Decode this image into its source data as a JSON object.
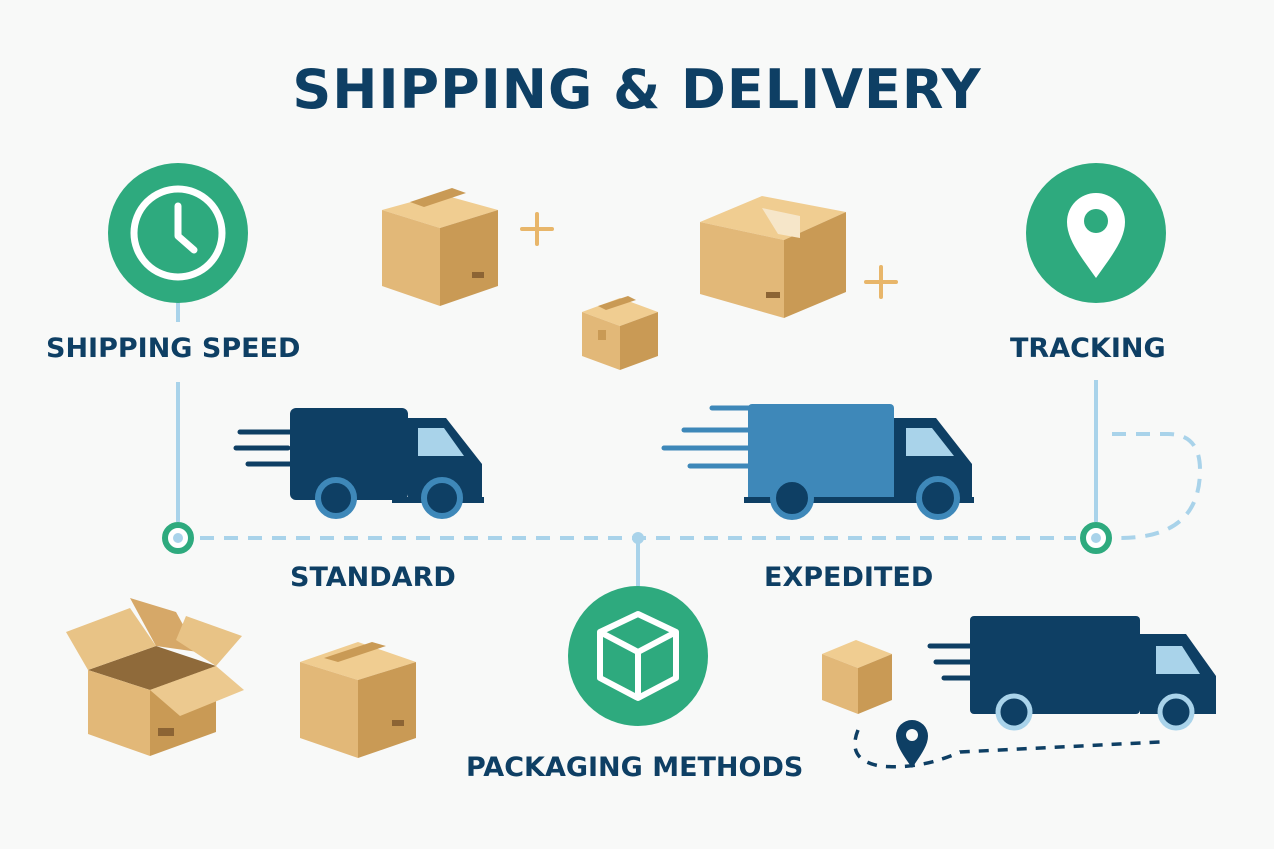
{
  "title": "SHIPPING & DELIVERY",
  "labels": {
    "shipping_speed": "SHIPPING SPEED",
    "tracking": "TRACKING",
    "standard": "STANDARD",
    "expedited": "EXPEDITED",
    "packaging_methods": "PACKAGING METHODS"
  },
  "colors": {
    "navy": "#0e3f64",
    "green": "#2eaa7e",
    "light_blue": "#a9d3ea",
    "cardboard": "#e2b878",
    "cardboard_dark": "#c99a55",
    "accent_plus": "#e8b66a",
    "truck_blue": "#3e88b9",
    "background": "#f8f9f8"
  },
  "icons": {
    "speed": "clock-icon",
    "tracking": "location-pin-icon",
    "packaging": "cube-icon"
  }
}
